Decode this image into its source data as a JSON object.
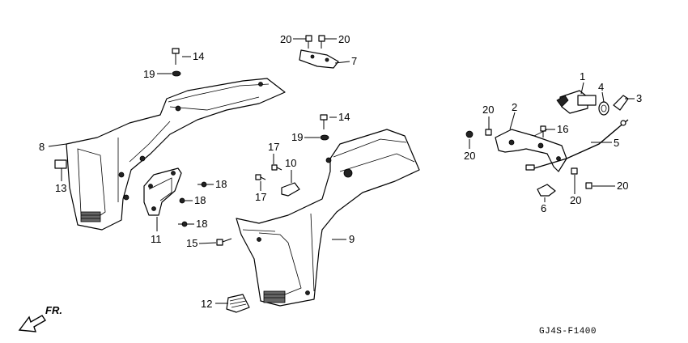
{
  "diagram_code": "GJ4S-F1400",
  "direction_label": "FR.",
  "callouts": [
    "1",
    "2",
    "3",
    "4",
    "5",
    "6",
    "7",
    "8",
    "9",
    "10",
    "11",
    "12",
    "13",
    "14",
    "14",
    "15",
    "16",
    "17",
    "17",
    "18",
    "18",
    "18",
    "19",
    "19",
    "20",
    "20",
    "20",
    "20",
    "20",
    "20"
  ]
}
